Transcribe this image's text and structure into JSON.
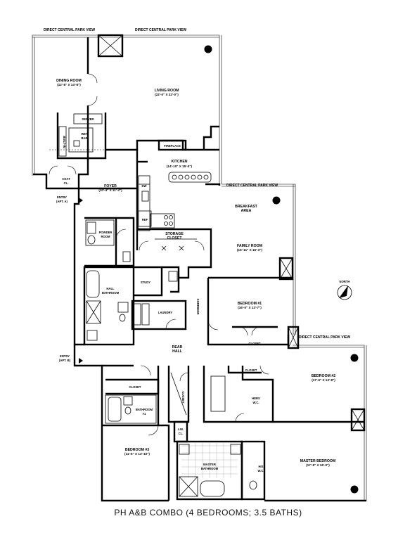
{
  "views": {
    "v1": "DIRECT CENTRAL PARK VIEW",
    "v2": "DIRECT CENTRAL PARK VIEW",
    "v3": "DIRECT CENTRAL PARK VIEW",
    "v4": "DIRECT CENTRAL PARK VIEW"
  },
  "rooms": {
    "dining": {
      "name": "DINING ROOM",
      "dim": "(12'-8\" X 14'-8\")"
    },
    "living": {
      "name": "LIVING ROOM",
      "dim": "(22'-0\" X 22'-0\")"
    },
    "server": "SERVER",
    "wetbar_1": "WET",
    "wetbar_2": "BAR",
    "builtin": "BUILT-IN",
    "fireplace": "FIREPLACE",
    "kitchen": {
      "name": "KITCHEN",
      "dim": "(14'-10\" X 15'-0\")"
    },
    "coat_1": "COAT",
    "coat_2": "CL.",
    "foyer": {
      "name": "FOYER",
      "dim": "(10'-4\" X 11'-3\")"
    },
    "dw": "DW",
    "ref": "REF",
    "breakfast_1": "BREAKFAST",
    "breakfast_2": "AREA",
    "powder_1": "POWDER",
    "powder_2": "ROOM",
    "storage_1": "STORAGE",
    "storage_2": "CLOSET",
    "family": {
      "name": "FAMILY ROOM",
      "dim": "(16'-11\" X 16'-3\")"
    },
    "hallbath_1": "HALL",
    "hallbath_2": "BATHROOM",
    "study": "STUDY",
    "laundry": "LAUNDRY",
    "corridor": "CORRIDOR",
    "bedroom1": {
      "name": "BEDROOM #1",
      "dim": "(16'-0\" X 13'-7\")"
    },
    "closet1": "CLOSET",
    "rearhall_1": "REAR",
    "rearhall_2": "HALL",
    "closet2": "CLOSET",
    "closet3": "CLOSET",
    "closet4": "CLOSET",
    "bedroom2": {
      "name": "BEDROOM #2",
      "dim": "(17'-6\" X 13'-8\")"
    },
    "hers_1": "HERS",
    "hers_2": "W.C.",
    "bathroom_1": "BATHROOM",
    "bathroom_2": "#1",
    "lincl_1": "LIN.",
    "lincl_2": "CL.",
    "bedroom3": {
      "name": "BEDROOM #3",
      "dim": "(11'-6\" X 13'-10\")"
    },
    "masterbath_1": "MASTER",
    "masterbath_2": "BATHROOM",
    "his_1": "HIS",
    "his_2": "W.C.",
    "masterbed": {
      "name": "MASTER BEDROOM",
      "dim": "(17'-9\" X 16'-0\")"
    }
  },
  "entries": {
    "a_1": "ENTRY",
    "a_2": "(APT. A)",
    "b_1": "ENTRY",
    "b_2": "(APT. B)"
  },
  "north": "NORTH",
  "caption": "PH A&B COMBO (4 BEDROOMS; 3.5 BATHS)"
}
